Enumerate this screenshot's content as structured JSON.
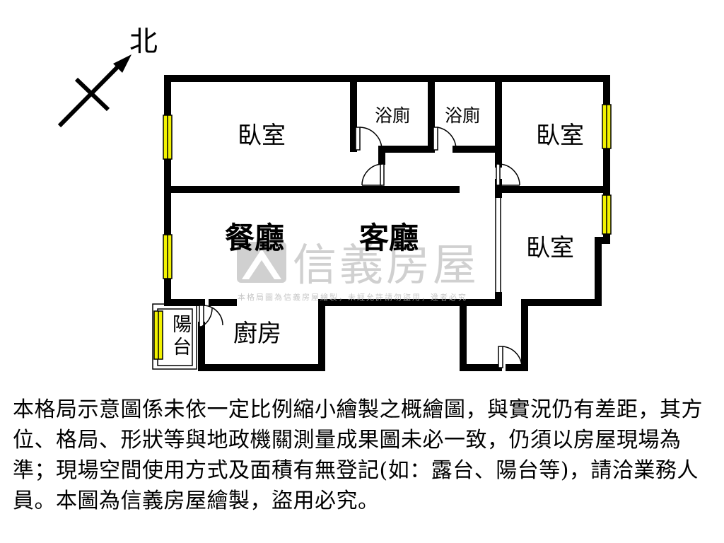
{
  "compass": {
    "label": "北"
  },
  "rooms": {
    "bedroom_left": "臥室",
    "bath_1": "浴廁",
    "bath_2": "浴廁",
    "bedroom_top_right": "臥室",
    "dining": "餐廳",
    "living": "客廳",
    "bedroom_right": "臥室",
    "balcony_1": "陽",
    "balcony_2": "台",
    "kitchen": "廚房"
  },
  "watermark": {
    "brand": "信義房屋",
    "caption": "本格局圖為信義房屋繪製，未經允許請勿盜用，違者必究"
  },
  "disclaimer": "本格局示意圖係未依一定比例縮小繪製之概繪圖，與實況仍有差距，其方位、格局、形狀等與地政機關測量成果圖未必一致，仍須以房屋現場為準；現場空間使用方式及面積有無登記(如：露台、陽台等)，請洽業務人員。本圖為信義房屋繪製，盜用必究。",
  "colors": {
    "window_fill": "#f2f200",
    "wall": "#000000",
    "watermark": "#c8c8c8"
  }
}
